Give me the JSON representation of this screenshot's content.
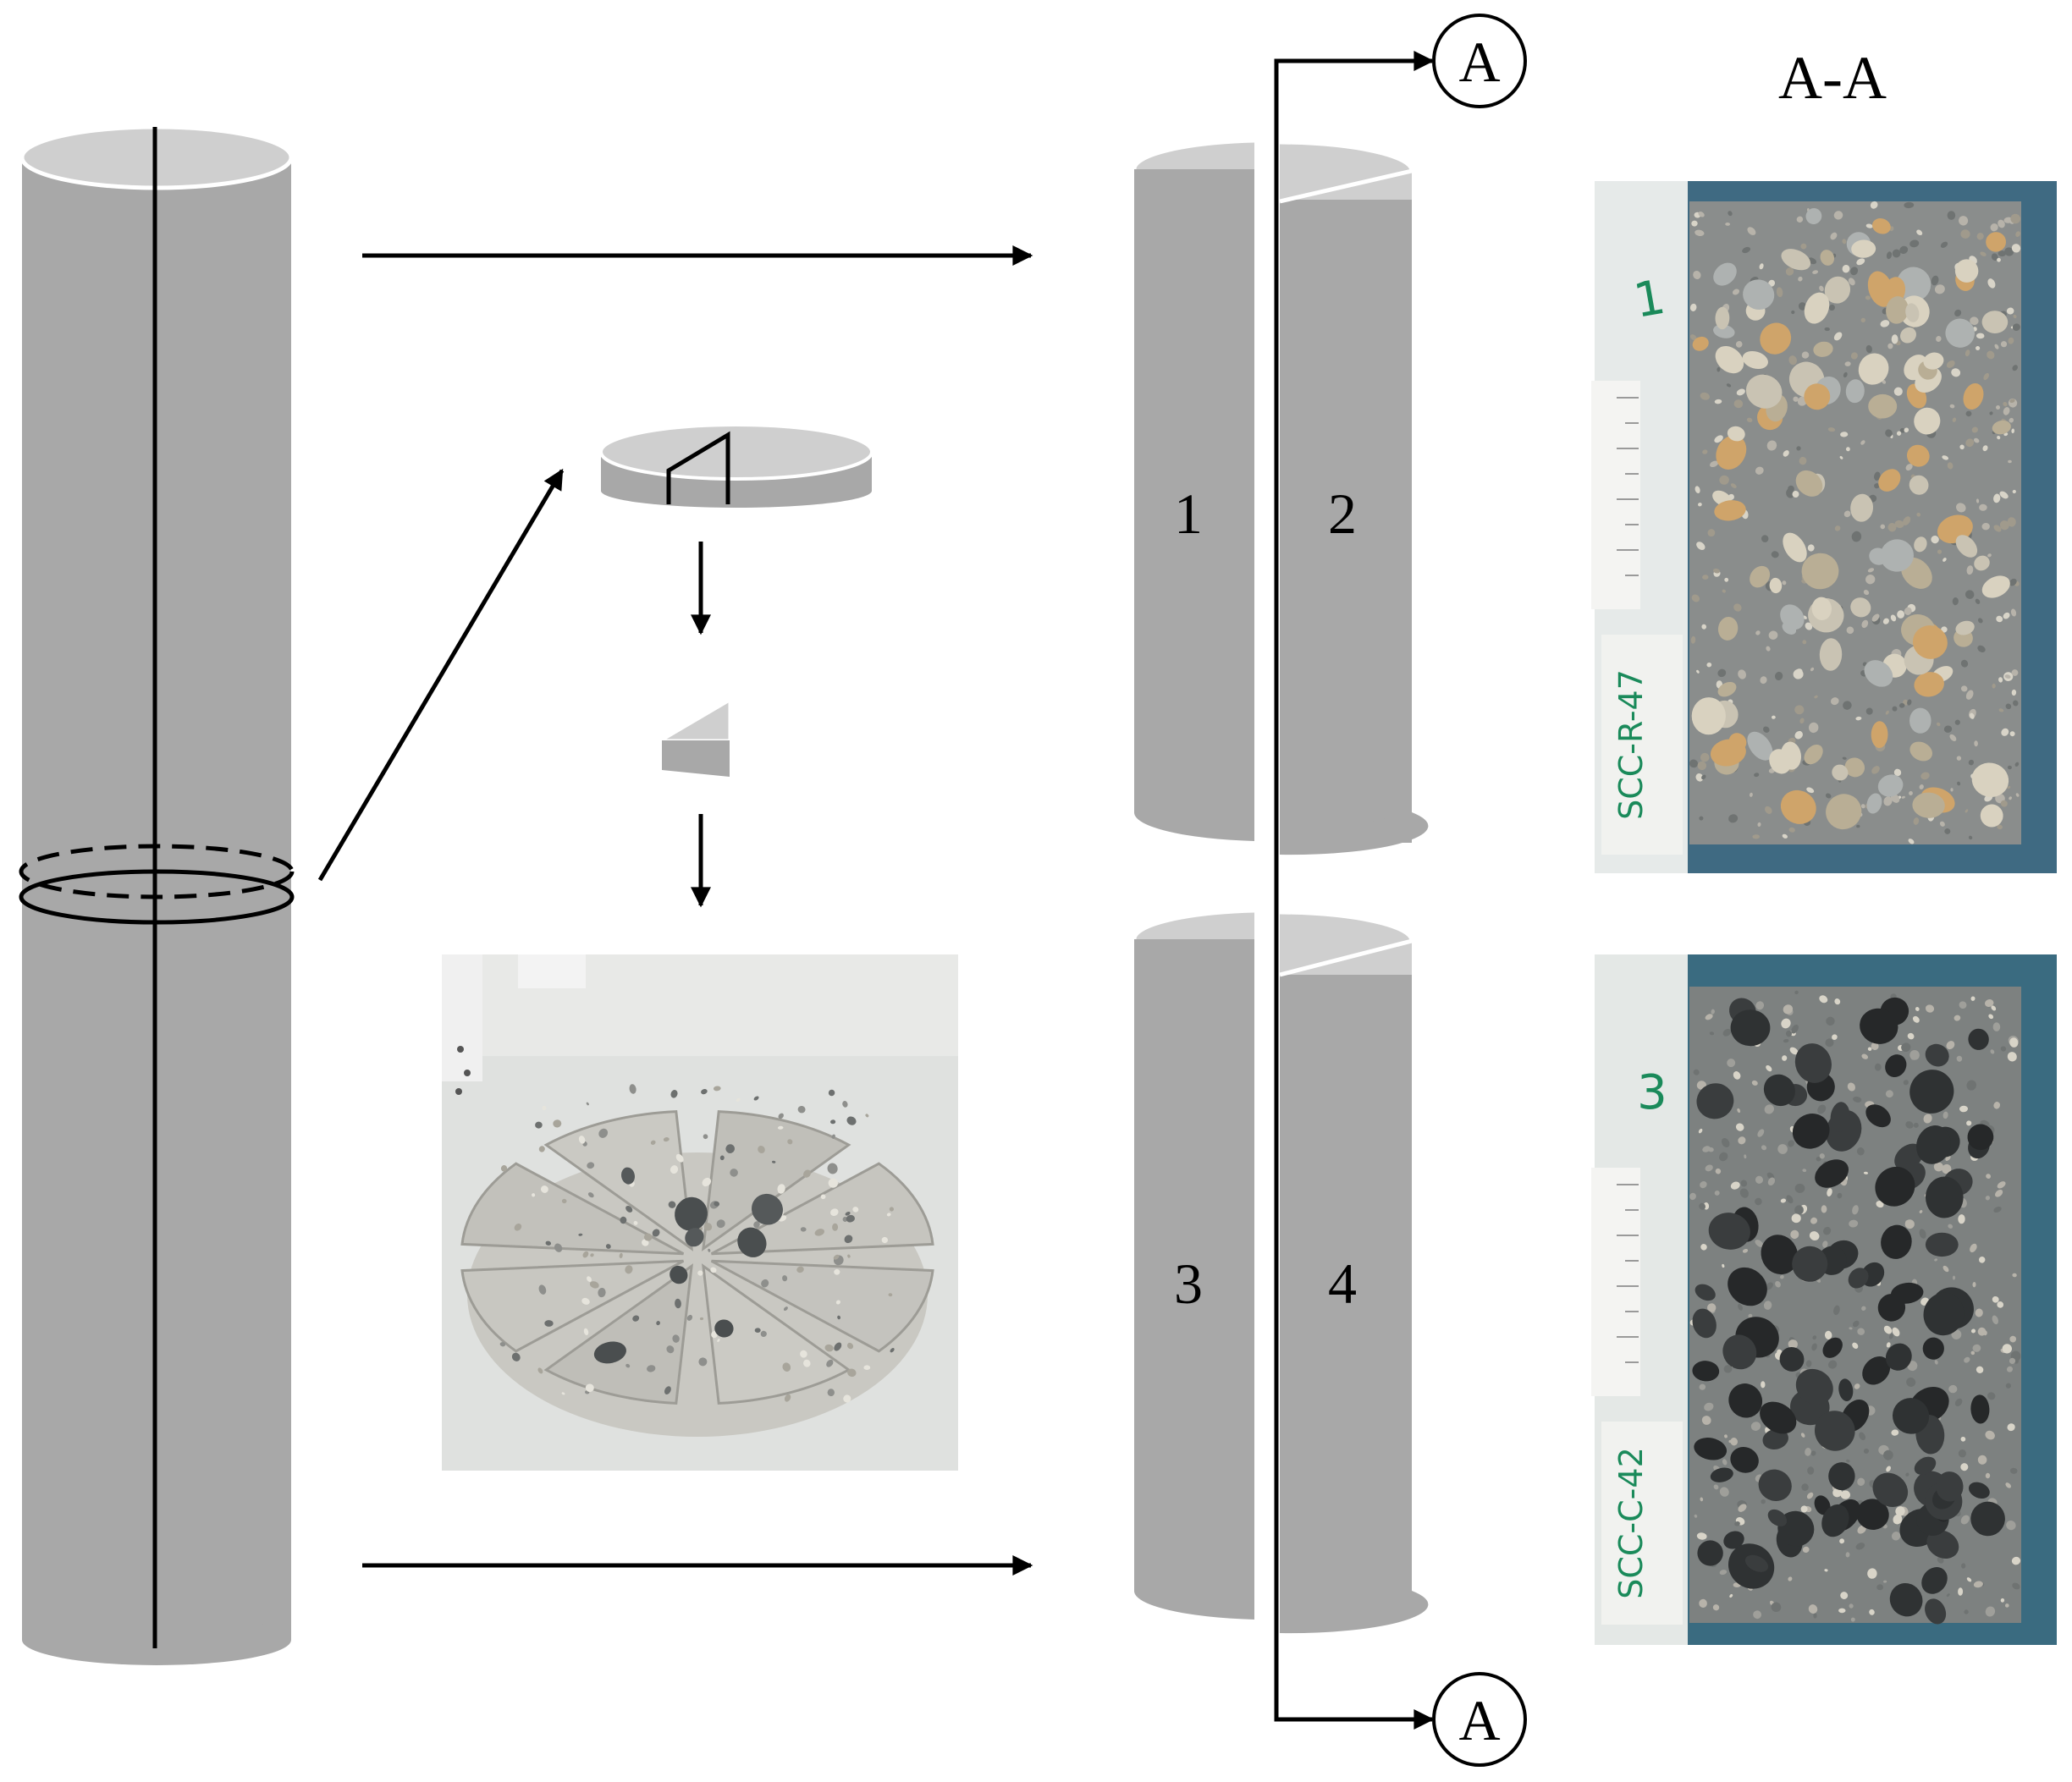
{
  "section_label": "A-A",
  "section_marker_top": "A",
  "section_marker_bottom": "A",
  "part_labels": [
    "1",
    "2",
    "3",
    "4"
  ],
  "photo_1_handwriting": [
    "1",
    "SCC-R-47"
  ],
  "photo_3_handwriting": [
    "3",
    "SCC-C-42"
  ],
  "colors": {
    "cylinder": "#a8a8a8",
    "cylinder_top": "#cfcfcf",
    "line": "#000000",
    "mortar_light": "#8a8d8c",
    "mortar_dark": "#7d8180",
    "aggregate_light": "#c9c3b3",
    "aggregate_dark": "#2f3233"
  }
}
